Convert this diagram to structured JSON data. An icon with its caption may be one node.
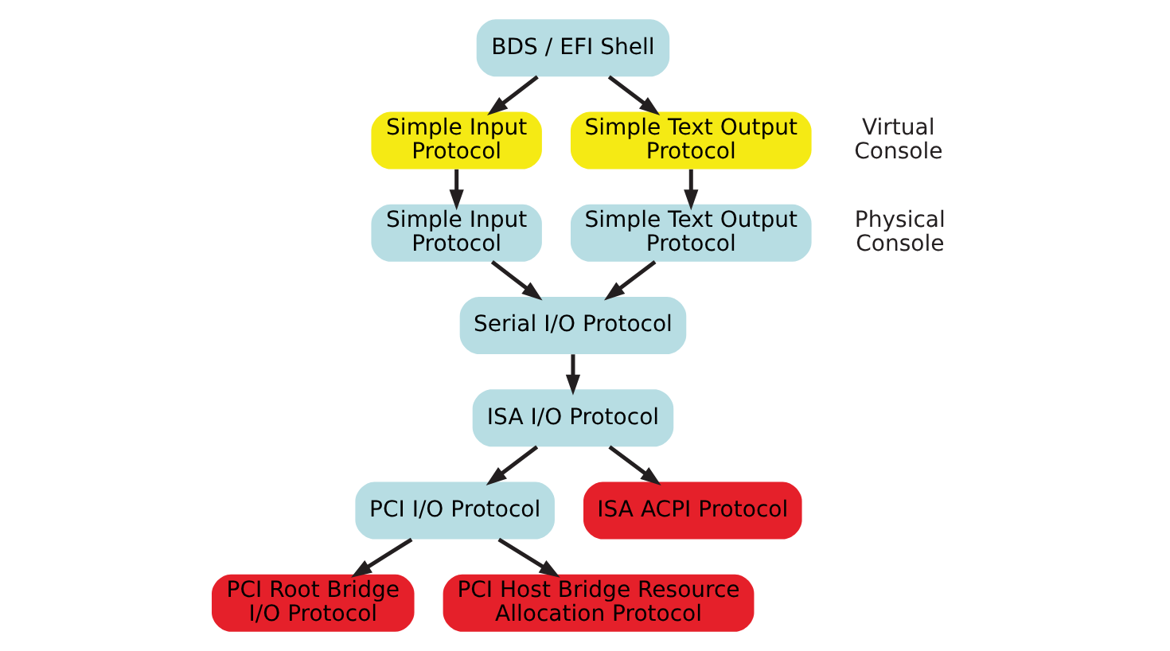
{
  "diagram": {
    "nodes": [
      {
        "text": [
          "BDS / EFI Shell"
        ]
      },
      {
        "text": [
          "Simple Input Protocol"
        ]
      },
      {
        "text": [
          "Simple Text Output Protocol"
        ]
      },
      {
        "text": [
          "Simple Input Protocol"
        ]
      },
      {
        "text": [
          "Simple Text Output Protocol"
        ]
      },
      {
        "text": [
          "Serial I/O Protocol"
        ]
      },
      {
        "text": [
          "ISA I/O Protocol"
        ]
      },
      {
        "text": [
          "PCI I/O Protocol"
        ]
      },
      {
        "text": [
          "PCI Root Bridge I/O Protocol"
        ]
      },
      {
        "text": [
          "PCI Host Bridge Resource Allocation Protocol"
        ]
      },
      {
        "text": [
          "ISA ACPI Protocol"
        ]
      }
    ],
    "edges": [
      {
        "from": 0,
        "to": 1,
        "arrow": "to"
      },
      {
        "from": 0,
        "to": 2,
        "arrow": "to"
      },
      {
        "from": 1,
        "to": 3,
        "arrow": "to"
      },
      {
        "from": 2,
        "to": 4,
        "arrow": "to"
      },
      {
        "from": 3,
        "to": 5,
        "arrow": "to"
      },
      {
        "from": 4,
        "to": 5,
        "arrow": "to"
      },
      {
        "from": 5,
        "to": 6,
        "arrow": "to"
      },
      {
        "from": 6,
        "to": 7,
        "arrow": "to"
      },
      {
        "from": 7,
        "to": 8,
        "arrow": "to"
      },
      {
        "from": 7,
        "to": 9,
        "arrow": "to"
      },
      {
        "from": 6,
        "to": 10,
        "arrow": "to"
      }
    ],
    "labels": [
      "Virtual Console",
      "Physical Console"
    ]
  }
}
